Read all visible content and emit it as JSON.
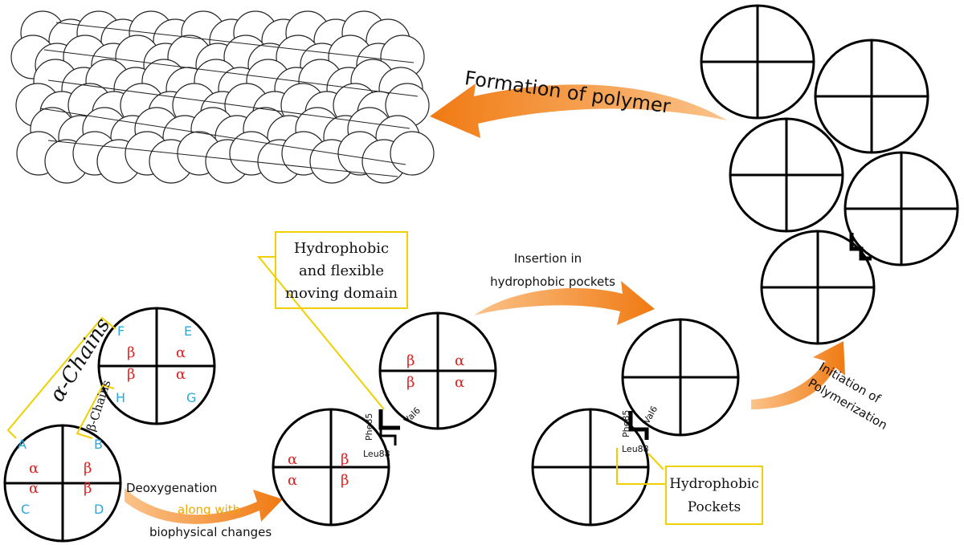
{
  "labels": {
    "formation": "Formation of polymer",
    "hydrophobic_box": [
      "Hydrophobic",
      "and flexible",
      "moving domain"
    ],
    "insertion": [
      "Insertion in",
      "hydrophobic pockets"
    ],
    "initiation": [
      "Initiation of",
      "Polymerization"
    ],
    "alpha_chains": "α-Chains",
    "beta_chains": "β-Chains",
    "deoxygenation": "Deoxygenation",
    "along_with": "along with",
    "biophysical": "biophysical changes",
    "pockets_box": [
      "Hydrophobic",
      "Pockets"
    ],
    "phe85": "Phe85",
    "leu88": "Leu88",
    "val6": "Val6"
  },
  "chain_letters": [
    "A",
    "B",
    "C",
    "D",
    "E",
    "F",
    "G",
    "H"
  ],
  "greek": {
    "alpha": "α",
    "beta": "β"
  },
  "colors": {
    "arrow": "#f07a12",
    "arrow_light": "#fbc38a",
    "callout": "#f0d000",
    "alpha_beta": "#e02020",
    "letters": "#29a9e0"
  }
}
